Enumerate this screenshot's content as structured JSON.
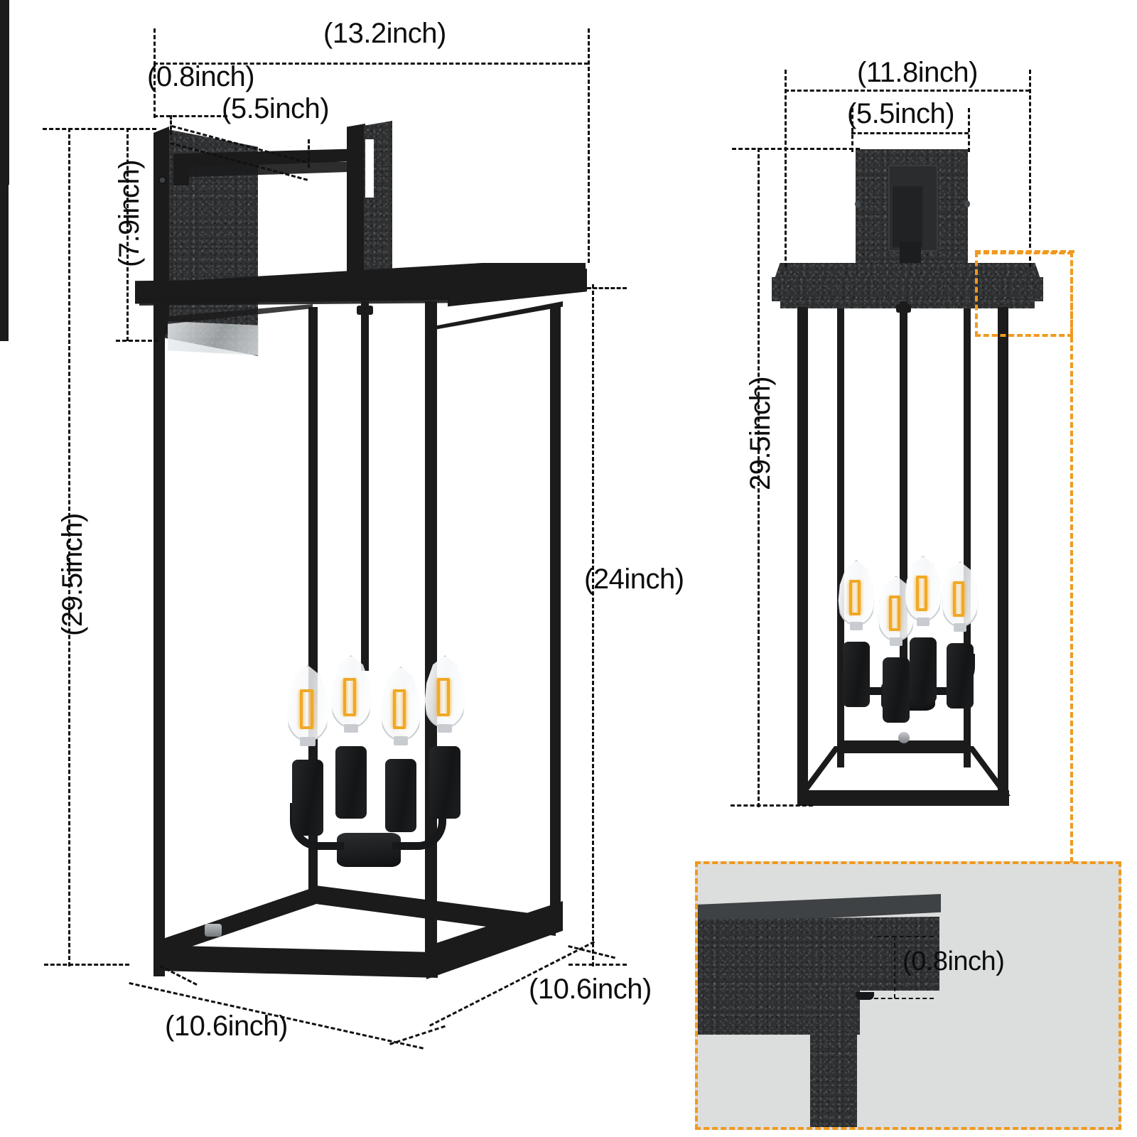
{
  "document": {
    "type": "product-dimension-diagram",
    "product": "outdoor wall lantern sconce",
    "background_color": "#ffffff",
    "dimension_line_color": "#111111",
    "callout_color": "#f0991f",
    "inset_background_color": "#dcdedd",
    "fixture_color": "#1b1b1c"
  },
  "views": {
    "front_angled": {
      "name": "front three-quarter view",
      "dimensions": {
        "overall_width": "(13.2inch)",
        "backplate_thickness": "(0.8inch)",
        "backplate_width": "(5.5inch)",
        "backplate_height": "(7.9inch)",
        "overall_height": "(29.5inch)",
        "body_height": "(24inch)",
        "base_width": "(10.6inch)",
        "base_depth": "(10.6inch)"
      }
    },
    "side": {
      "name": "side elevation view",
      "dimensions": {
        "overall_width": "(11.8inch)",
        "backplate_width": "(5.5inch)",
        "overall_height": "29.5inch)"
      }
    },
    "detail_inset": {
      "name": "canopy edge close-up detail",
      "dimensions": {
        "canopy_thickness": "(0.8inch)"
      }
    }
  },
  "labels": {
    "w_13_2": "(13.2inch)",
    "t_0_8": "(0.8inch)",
    "w_5_5": "(5.5inch)",
    "h_7_9": "(7.9inch)",
    "h_29_5": "(29.5inch)",
    "h_24": "(24inch)",
    "d_10_6_left": "(10.6inch)",
    "d_10_6_right": "(10.6inch)",
    "w_11_8": "(11.8inch)",
    "w_5_5_side": "(5.5inch)",
    "h_29_5_side": "29.5inch)",
    "t_0_8_detail": "(0.8inch)"
  },
  "bulbs": {
    "count": 4,
    "style": "candelabra filament",
    "filament_color": "#f0a825",
    "glass": "clear"
  }
}
